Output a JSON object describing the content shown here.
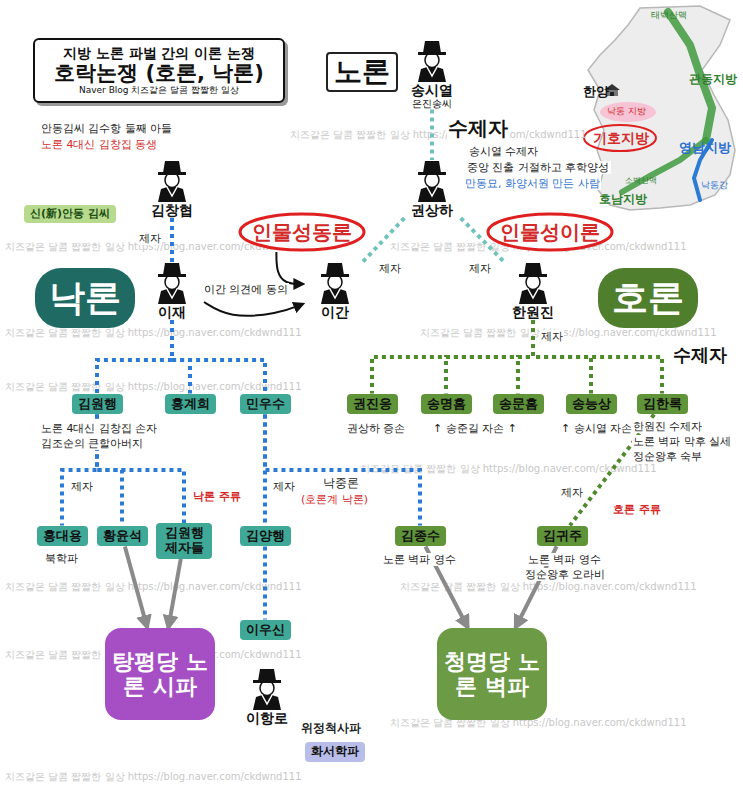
{
  "diagram": {
    "nodes": [
      {
        "text": [
          "지방 노론 파벌 간의 이론 논쟁",
          "호락논쟁 (호론, 낙론)",
          "Naver Blog 치즈같은 달콤 짭짤한 일상"
        ]
      },
      {
        "text": [
          "노론"
        ]
      },
      {
        "text": [
          "송시열",
          "은진송씨"
        ]
      },
      {
        "text": [
          "김창협"
        ]
      },
      {
        "text": [
          "신(新)안동 김씨"
        ]
      },
      {
        "text": [
          "권상하"
        ]
      },
      {
        "text": [
          "낙론"
        ]
      },
      {
        "text": [
          "이재"
        ]
      },
      {
        "text": [
          "이간"
        ]
      },
      {
        "text": [
          "한원진"
        ]
      },
      {
        "text": [
          "호론"
        ]
      },
      {
        "text": [
          "김원행"
        ]
      },
      {
        "text": [
          "홍계희"
        ]
      },
      {
        "text": [
          "민우수"
        ]
      },
      {
        "text": [
          "권진응"
        ]
      },
      {
        "text": [
          "송명흠"
        ]
      },
      {
        "text": [
          "송문흠"
        ]
      },
      {
        "text": [
          "송능상"
        ]
      },
      {
        "text": [
          "김한록"
        ]
      },
      {
        "text": [
          "홍대용"
        ]
      },
      {
        "text": [
          "황윤석"
        ]
      },
      {
        "text": [
          "김원행 제자들"
        ]
      },
      {
        "text": [
          "김양행"
        ]
      },
      {
        "text": [
          "김종수"
        ]
      },
      {
        "text": [
          "김귀주"
        ]
      },
      {
        "text": [
          "이우신"
        ]
      },
      {
        "text": [
          "탕평당 노론 시파"
        ]
      },
      {
        "text": [
          "청명당 노론 벽파"
        ]
      },
      {
        "text": [
          "이항로"
        ]
      },
      {
        "text": [
          "화서학파"
        ]
      },
      {
        "text": [
          "인물성동론"
        ]
      },
      {
        "text": [
          "인물성이론"
        ]
      }
    ],
    "edges": [
      {
        "from": 2,
        "to": 5,
        "arrow": "none"
      },
      {
        "from": 5,
        "to": 8,
        "arrow": "none"
      },
      {
        "from": 5,
        "to": 9,
        "arrow": "none"
      },
      {
        "from": 3,
        "to": 7,
        "arrow": "none"
      },
      {
        "from": 7,
        "to": 11,
        "arrow": "none"
      },
      {
        "from": 7,
        "to": 12,
        "arrow": "none"
      },
      {
        "from": 7,
        "to": 13,
        "arrow": "none"
      },
      {
        "from": 11,
        "to": 19,
        "arrow": "none"
      },
      {
        "from": 11,
        "to": 20,
        "arrow": "none"
      },
      {
        "from": 11,
        "to": 21,
        "arrow": "none"
      },
      {
        "from": 13,
        "to": 22,
        "arrow": "none"
      },
      {
        "from": 13,
        "to": 23,
        "arrow": "none"
      },
      {
        "from": 22,
        "to": 25,
        "arrow": "none"
      },
      {
        "from": 9,
        "to": 14,
        "arrow": "none"
      },
      {
        "from": 9,
        "to": 15,
        "arrow": "none"
      },
      {
        "from": 9,
        "to": 16,
        "arrow": "none"
      },
      {
        "from": 9,
        "to": 17,
        "arrow": "none"
      },
      {
        "from": 9,
        "to": 18,
        "arrow": "none"
      },
      {
        "from": 18,
        "to": 24,
        "arrow": "none"
      },
      {
        "from": 7,
        "to": 8,
        "label": "이간 의견에 동의",
        "arrow": "to"
      },
      {
        "from": 30,
        "to": 8,
        "arrow": "to"
      },
      {
        "from": 20,
        "to": 26,
        "arrow": "to"
      },
      {
        "from": 21,
        "to": 26,
        "arrow": "to"
      },
      {
        "from": 23,
        "to": 27,
        "arrow": "to"
      },
      {
        "from": 24,
        "to": 27,
        "arrow": "to"
      }
    ],
    "labels": [
      "수제자",
      "송시열 수제자",
      "중앙 진출 거절하고 후학양성",
      "만동묘, 화양서원 만든 사람",
      "안동김씨 김수항 둘째 아들",
      "노론 4대신 김창집 동생",
      "제자",
      "제자",
      "제자",
      "제자",
      "수제자",
      "노론 4대신 김창집 손자",
      "김조순의 큰할아버지",
      "권상하 증손",
      "↑ 송준길 자손 ↑",
      "↑ 송시열 자손",
      "한원진 수제자",
      "노론 벽파 막후 실세",
      "정순왕후 숙부",
      "제자",
      "낙론 주류",
      "제자",
      "낙중론",
      "(호론계 낙론)",
      "북학파",
      "제자",
      "호론 주류",
      "노론 벽파 영수",
      "노론 벽파 영수",
      "정순왕후 오라비",
      "위정척사파",
      "태백산맥",
      "관동지방",
      "한양",
      "낙동 지방",
      "기호지방",
      "영남지방",
      "소백산맥",
      "낙동강",
      "호남지방",
      "치즈같은 달콤 짭짤한 일상 https://blog.naver.com/ckdwnd111",
      "치즈같은 달콤 짭짤한 일상 https://blog.naver.com/ckdwnd111",
      "치즈같은 달콤 짭짤한 일상 https://blog.naver.com/ckdwnd111",
      "치즈같은 달콤 짭짤한 일상 https://blog.naver.com/ckdwnd111",
      "치즈같은 달콤 짭짤한 일상 https://blog.naver.com/ckdwnd111",
      "치즈같은 달콤 짭짤한 일상 https://blog.naver.com/ckdwnd111",
      "치즈같은 달콤 짭짤한 일상 https://blog.naver.com/ckdwnd111",
      "치즈같은 달콤 짭짤한 일상 https://blog.naver.com/ckdwnd111",
      "치즈같은 달콤 짭짤한 일상 https://blog.naver.com/ckdwnd111",
      "치즈같은 달콤 짭짤한 일상 https://blog.naver.com/ckdwnd111",
      "치즈같은 달콤 짭짤한 일상 https://blog.naver.com/ckdwnd111",
      "치즈같은 달콤 짭짤한 일상 https://blog.naver.com/ckdwnd111"
    ]
  }
}
